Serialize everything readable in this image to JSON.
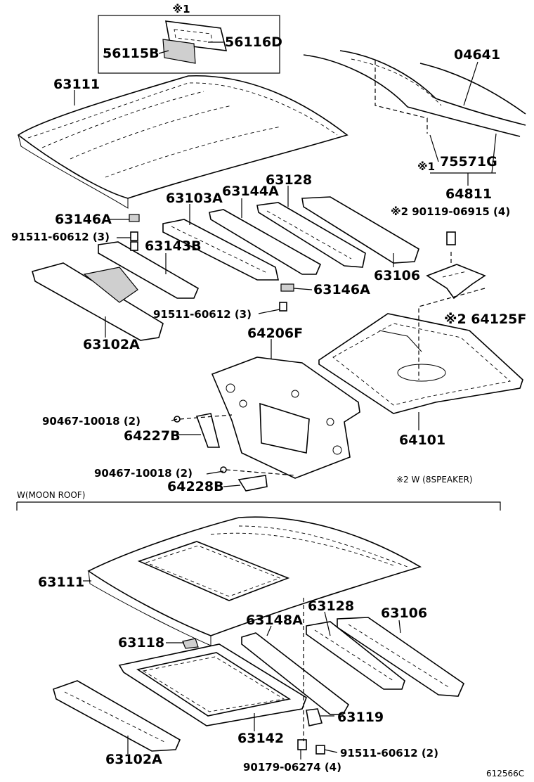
{
  "labels": {
    "note1_top": "※1",
    "p56115B": "56115B",
    "p56116D": "56116D",
    "p04641": "04641",
    "p63111_top": "63111",
    "p75571G": "75571G",
    "note1_side": "※1",
    "p64811": "64811",
    "p63128_top": "63128",
    "p63103A": "63103A",
    "p63144A": "63144A",
    "p63146A_left": "63146A",
    "p90119": "※2 90119-06915 (4)",
    "p91511_top": "91511-60612 (3)",
    "p63143B": "63143B",
    "p63106_top": "63106",
    "p63146A_right": "63146A",
    "p91511_mid": "91511-60612 (3)",
    "p64125F": "※2 64125F",
    "p63102A_top": "63102A",
    "p64206F": "64206F",
    "p90467_a": "90467-10018 (2)",
    "p64227B": "64227B",
    "p64101": "64101",
    "p90467_b": "90467-10018 (2)",
    "p64228B": "64228B",
    "note2": "※2 W (8SPEAKER)",
    "moon_roof": "W(MOON ROOF)",
    "p63111_bottom": "63111",
    "p63128_bottom": "63128",
    "p63106_bottom": "63106",
    "p63148A": "63148A",
    "p63118": "63118",
    "p63119": "63119",
    "p63142": "63142",
    "p91511_bottom": "91511-60612 (2)",
    "p63102A_bottom": "63102A",
    "p90179": "90179-06274 (4)",
    "diagram_id": "612566C"
  }
}
